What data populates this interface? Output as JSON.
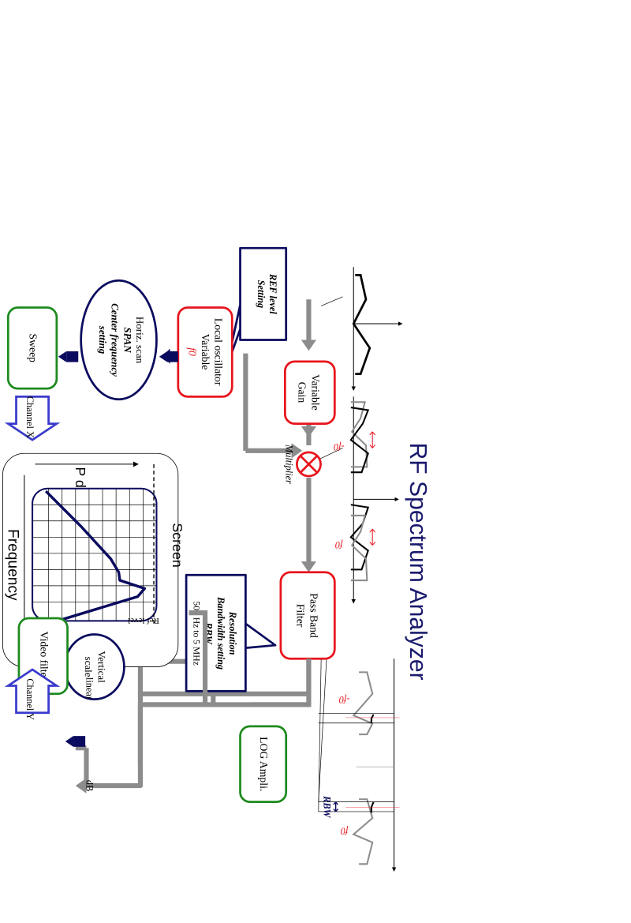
{
  "title": "RF Spectrum Analyzer",
  "blocks": {
    "variable_gain": [
      "Variable",
      "Gain"
    ],
    "pass_band_filter": [
      "Pass Band",
      "Filter"
    ],
    "local_oscillator": [
      "Local oscillator",
      "Variable",
      "f0"
    ],
    "sweep": "Sweep",
    "horiz_scan": [
      "Horiz. scan",
      "SPAN",
      "Center frequency",
      "setting"
    ],
    "log_ampli": "LOG Ampli.",
    "video_filter": "Video filter",
    "vertical_scale": [
      "Vertical",
      "scale"
    ]
  },
  "callouts": {
    "ref_level": [
      "REF level",
      "Setting"
    ],
    "rbw": [
      "Resolution",
      "Bandwidth setting",
      "RBW",
      "500 Hz to 5 MHz"
    ]
  },
  "labels": {
    "multiplier": "Multiplier",
    "neg_f0": "-f0",
    "pos_f0": "f0",
    "neg_f0_b": "-f0",
    "pos_f0_b": "f0",
    "rbw": "RBW",
    "channel_x": "Channel X",
    "channel_y": "Channel Y",
    "linear": "linear",
    "db": "dB"
  },
  "screen": {
    "title": "Screen",
    "y_axis": "P dBm",
    "x_axis": "Frequency",
    "ref_level": "Ref level"
  },
  "colors": {
    "title": "#1a1a6e",
    "red_block": "#e8141c",
    "green_block": "#1e8a1e",
    "navy": "#0a0a5e",
    "gray_arrow": "#8c8c8c",
    "channel_arrow": "#3a3acc"
  }
}
